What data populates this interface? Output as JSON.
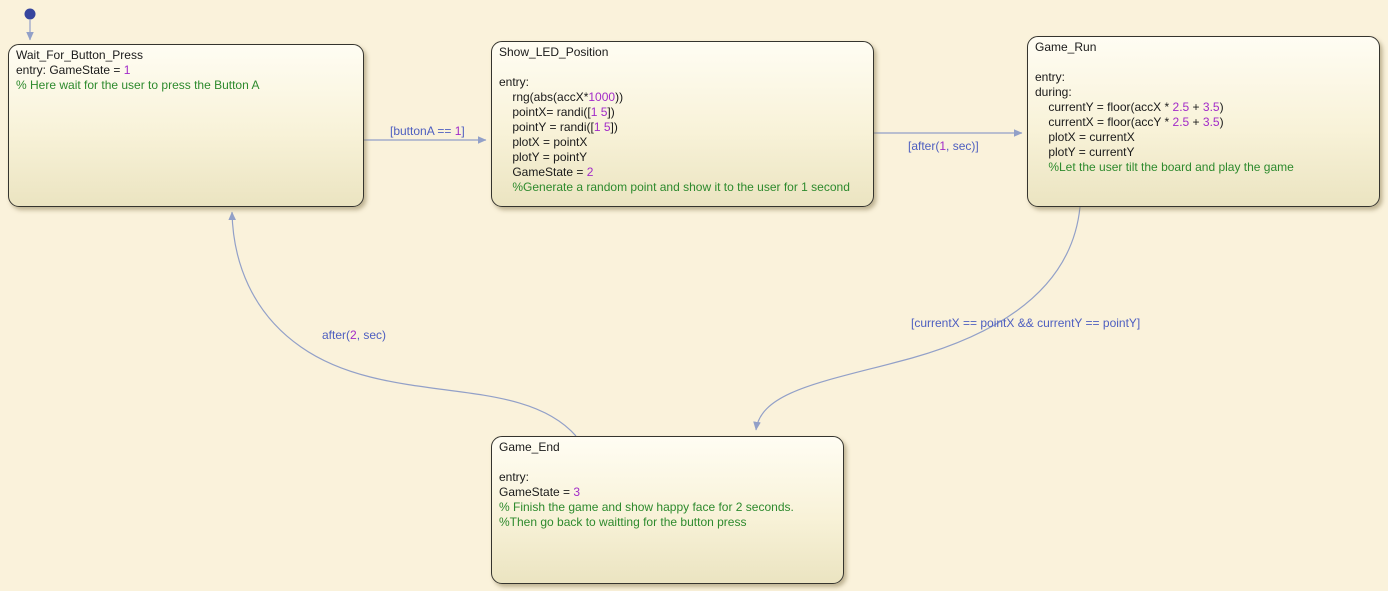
{
  "app": {
    "name": "Stateflow state chart"
  },
  "palette": {
    "bg": "#faf2db",
    "state_border": "#35342e",
    "state_top": "#fffdf3",
    "state_mid": "#f8f2d8",
    "state_bottom": "#ebe4c1",
    "code": "#1a1a1a",
    "number": "#a22bc8",
    "comment": "#2d8a2d",
    "label": "#4d5ec0",
    "line": "#92a0c8",
    "dot": "#36459e"
  },
  "states": [
    {
      "title": "Wait_For_Button_Press",
      "lines": [
        {
          "s0": "entry: GameState = ",
          "s1": "1"
        },
        {
          "s0": "% Here wait for the user to press the Button A"
        }
      ]
    },
    {
      "title": "Show_LED_Position",
      "lines": [
        {
          "s0": "entry:"
        },
        {
          "s0": "    rng(abs(accX*",
          "s1": "1000",
          "s2": "))"
        },
        {
          "s0": "    pointX= randi([",
          "s1": "1 5",
          "s2": "])"
        },
        {
          "s0": "    pointY = randi([",
          "s1": "1 5",
          "s2": "])"
        },
        {
          "s0": "    plotX = pointX"
        },
        {
          "s0": "    plotY = pointY"
        },
        {
          "s0": "    GameState = ",
          "s1": "2"
        },
        {
          "s0": "    %Generate a random point and show it to the user for 1 second"
        }
      ]
    },
    {
      "title": "Game_Run",
      "lines": [
        {
          "s0": "entry:"
        },
        {
          "s0": "during:"
        },
        {
          "s0": "    currentY = floor(accX * ",
          "s1": "2.5",
          "s2": " + ",
          "s3": "3.5",
          "s4": ")"
        },
        {
          "s0": "    currentX = floor(accY * ",
          "s1": "2.5",
          "s2": " + ",
          "s3": "3.5",
          "s4": ")"
        },
        {
          "s0": "    plotX = currentX"
        },
        {
          "s0": "    plotY = currentY"
        },
        {
          "s0": "    %Let the user tilt the board and play the game"
        }
      ]
    },
    {
      "title": "Game_End",
      "lines": [
        {
          "s0": "entry:"
        },
        {
          "s0": "GameState = ",
          "s1": "3"
        },
        {
          "s0": "% Finish the game and show happy face for 2 seconds."
        },
        {
          "s0": "%Then go back to waitting for the button press"
        }
      ]
    }
  ],
  "transitions": {
    "button_press": {
      "s0": "[buttonA == ",
      "s1": "1",
      "s2": "]"
    },
    "after_1s": {
      "s0": "[after(",
      "s1": "1",
      "s2": ", sec)]"
    },
    "after_2s": {
      "s0": "after(",
      "s1": "2",
      "s2": ", sec)"
    },
    "point_match": {
      "s0": "[currentX == pointX && currentY == pointY]"
    }
  }
}
